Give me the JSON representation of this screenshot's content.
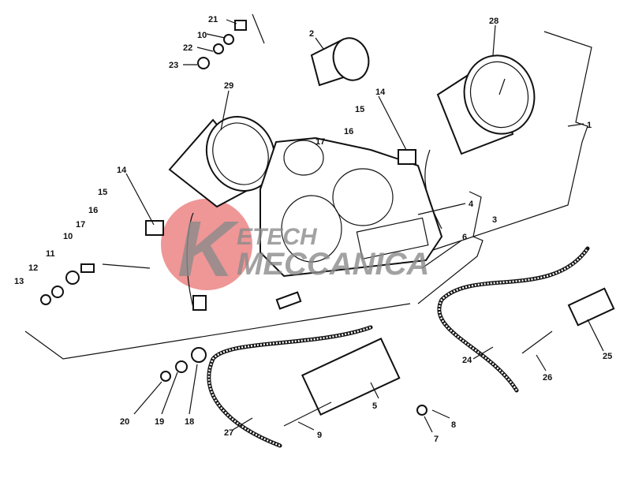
{
  "diagram": {
    "title": "Instrument cluster exploded parts view",
    "callouts": [
      "1",
      "2",
      "3",
      "4",
      "5",
      "6",
      "7",
      "8",
      "9",
      "10",
      "10",
      "11",
      "12",
      "13",
      "14",
      "14",
      "15",
      "15",
      "16",
      "16",
      "17",
      "17",
      "18",
      "19",
      "20",
      "21",
      "22",
      "23",
      "24",
      "25",
      "26",
      "27",
      "28",
      "29"
    ],
    "watermark": {
      "letter": "K",
      "line1": "ETECH",
      "line2": "MECCANICA"
    },
    "colors": {
      "ink": "#111111",
      "watermark_red": "#e86a6a",
      "watermark_gray": "#8c8c8c"
    }
  }
}
